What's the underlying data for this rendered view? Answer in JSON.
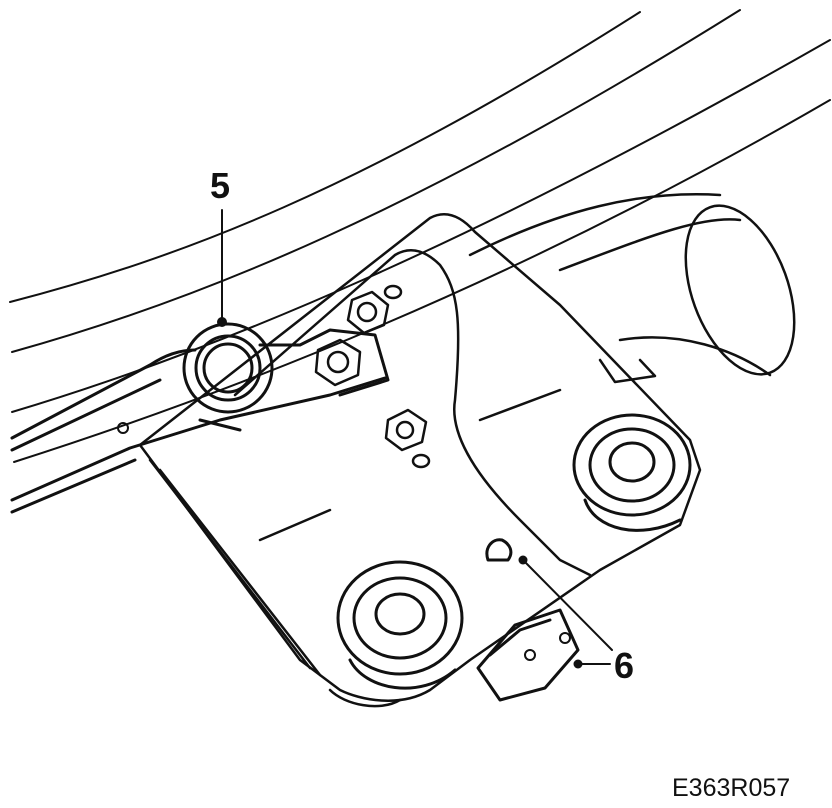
{
  "callouts": [
    {
      "label": "5",
      "part": "wiper-arm-pivot"
    },
    {
      "label": "6",
      "part": "motor-connector"
    }
  ],
  "figure_code": "E363R057",
  "colors": {
    "line": "#111111",
    "background": "#ffffff"
  }
}
